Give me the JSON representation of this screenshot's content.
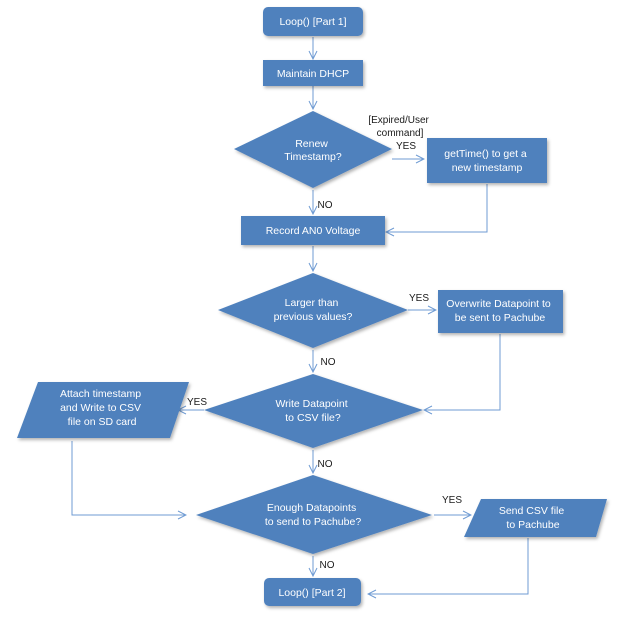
{
  "nodes": {
    "loop1": "Loop() [Part 1]",
    "dhcp": "Maintain DHCP",
    "renew": [
      "Renew",
      "Timestamp?"
    ],
    "gettime": [
      "getTime() to get a",
      "new timestamp"
    ],
    "record": "Record AN0 Voltage",
    "larger": [
      "Larger than",
      "previous values?"
    ],
    "overwrite": [
      "Overwrite Datapoint to",
      "be sent to Pachube"
    ],
    "writedp": [
      "Write Datapoint",
      "to CSV file?"
    ],
    "attach": [
      "Attach timestamp",
      "and Write to CSV",
      "file on SD card"
    ],
    "enough": [
      "Enough Datapoints",
      "to send to Pachube?"
    ],
    "sendcsv": [
      "Send CSV file",
      "to Pachube"
    ],
    "loop2": "Loop() [Part 2]"
  },
  "edge_labels": {
    "renew_yes_note": [
      "[Expired/User",
      "command]"
    ],
    "renew_yes": "YES",
    "renew_no": "NO",
    "larger_yes": "YES",
    "larger_no": "NO",
    "writedp_yes": "YES",
    "writedp_no": "NO",
    "enough_yes": "YES",
    "enough_no": "NO"
  },
  "colors": {
    "node_fill": "#4f81bd",
    "edge": "#6f9bd3",
    "text": "#ffffff"
  }
}
